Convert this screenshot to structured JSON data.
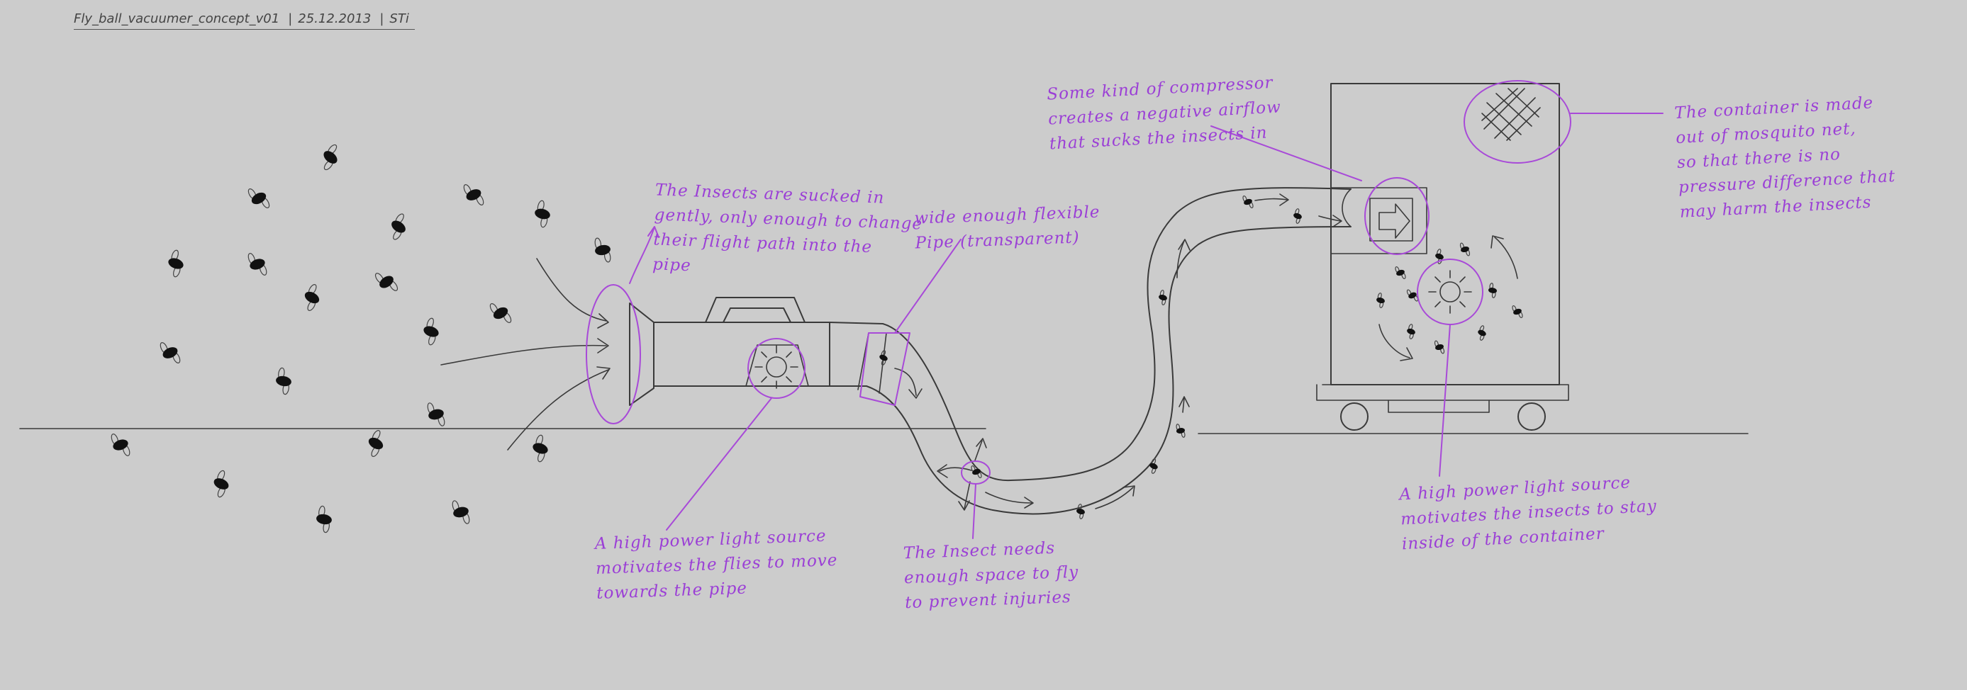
{
  "header": {
    "filename": "Fly_ball_vacuumer_concept_v01",
    "date": "25.12.2013",
    "author": "STi"
  },
  "notes": {
    "sucked_gently": "The Insects are sucked in\ngently, only enough to change\ntheir flight path into the\npipe",
    "flexible_pipe": "wide enough flexible\nPipe (transparent)",
    "compressor": "Some kind of compressor\ncreates a negative airflow\nthat sucks the insects in",
    "container": "The container is made\nout of mosquito net,\nso that there is no\npressure difference that\nmay harm the insects",
    "light_flies": "A high power light source\nmotivates the flies to move\ntowards the pipe",
    "insect_space": "The Insect needs\nenough space to fly\nto prevent injuries",
    "light_container": "A high power light source\nmotivates the insects to stay\ninside of the container"
  },
  "colors": {
    "background": "#cccccc",
    "ink": "#3a3a3a",
    "annotation": "#a84ad8"
  }
}
